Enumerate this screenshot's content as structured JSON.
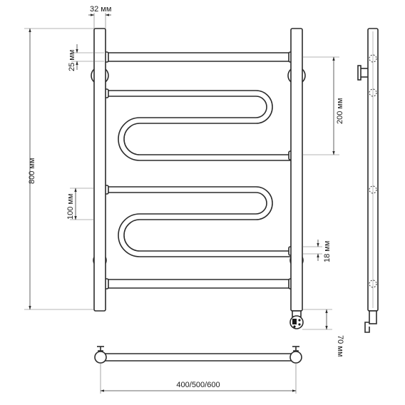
{
  "dimensions": {
    "tube_diameter": "32 мм",
    "top_offset": "25 мм",
    "total_height": "800 мм",
    "rung_spacing": "200 мм",
    "bend_spacing": "100 мм",
    "rung_diameter": "18 мм",
    "heater_height": "70 мм",
    "width_options": "400/500/600"
  }
}
